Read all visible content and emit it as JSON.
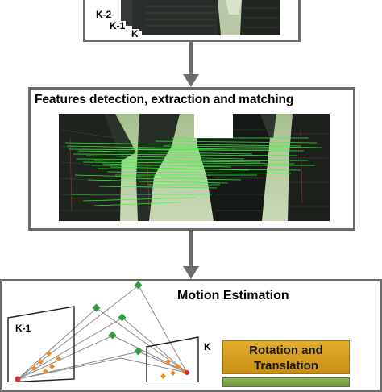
{
  "top_stage": {
    "frame_labels": [
      "K-2",
      "K-1",
      "K"
    ]
  },
  "mid_stage": {
    "title": "Features detection, extraction and matching"
  },
  "bottom_stage": {
    "title": "Motion Estimation",
    "camera_labels": [
      "K-1",
      "K"
    ],
    "result_label": "Rotation and Translation"
  },
  "colors": {
    "border": "#6b6b6b",
    "arrow": "#6b6b6b",
    "match_lines": "#33ff33",
    "orange_points": "#f08a24",
    "green_points": "#2e9e3e",
    "rotation_box": "#d9a024",
    "green_box": "#7ea34b"
  }
}
